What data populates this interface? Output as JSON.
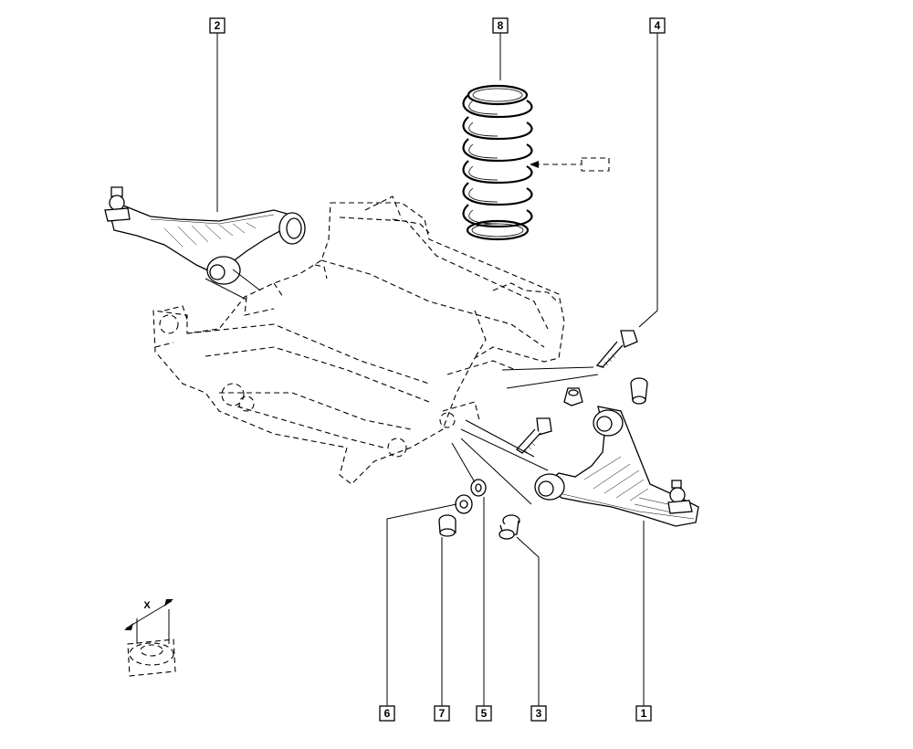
{
  "callouts": {
    "c1": "1",
    "c2": "2",
    "c3": "3",
    "c4": "4",
    "c5": "5",
    "c6": "6",
    "c7": "7",
    "c8": "8"
  },
  "detail": {
    "dimension_label": "X"
  },
  "spring_ref_box": ""
}
